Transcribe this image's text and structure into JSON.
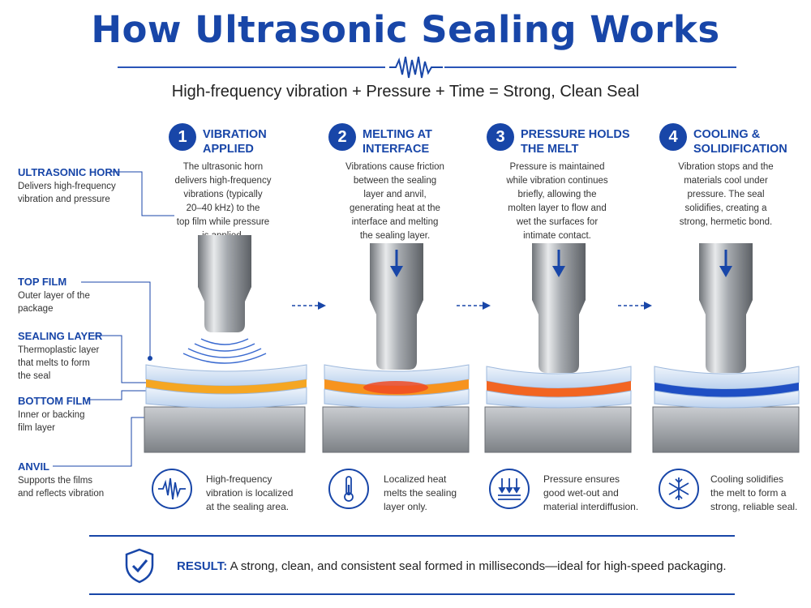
{
  "title": "How Ultrasonic Sealing Works",
  "subtitle": "High-frequency vibration + Pressure + Time = Strong, Clean Seal",
  "labels": [
    {
      "title": "ULTRASONIC HORN",
      "desc": [
        "Delivers high-frequency",
        "vibration and pressure"
      ]
    },
    {
      "title": "TOP FILM",
      "desc": [
        "Outer layer of the",
        "package"
      ]
    },
    {
      "title": "SEALING LAYER",
      "desc": [
        "Thermoplastic layer",
        "that melts to form",
        "the seal"
      ]
    },
    {
      "title": "BOTTOM FILM",
      "desc": [
        "Inner or backing",
        "film layer"
      ]
    },
    {
      "title": "ANVIL",
      "desc": [
        "Supports the films",
        "and reflects vibration"
      ]
    }
  ],
  "steps": [
    {
      "num": "1",
      "title": [
        "VIBRATION",
        "APPLIED"
      ],
      "desc": [
        "The ultrasonic horn",
        "delivers high-frequency",
        "vibrations (typically",
        "20–40 kHz) to the",
        "top film while pressure",
        "is applied."
      ],
      "icon": "waveform-icon",
      "icon_text": [
        "High-frequency",
        "vibration is localized",
        "at the sealing area."
      ],
      "seal_color": "#f5a623"
    },
    {
      "num": "2",
      "title": [
        "MELTING AT",
        "INTERFACE"
      ],
      "desc": [
        "Vibrations cause friction",
        "between the sealing",
        "layer and anvil,",
        "generating heat at the",
        "interface and melting",
        "the sealing layer."
      ],
      "icon": "thermometer-icon",
      "icon_text": [
        "Localized heat",
        "melts the sealing",
        "layer only."
      ],
      "seal_color": "#f7931e"
    },
    {
      "num": "3",
      "title": [
        "PRESSURE HOLDS",
        "THE MELT"
      ],
      "desc": [
        "Pressure is maintained",
        "while vibration continues",
        "briefly, allowing the",
        "molten layer to flow and",
        "wet the surfaces for",
        "intimate contact."
      ],
      "icon": "pressure-icon",
      "icon_text": [
        "Pressure ensures",
        "good wet-out and",
        "material interdiffusion."
      ],
      "seal_color": "#f26522"
    },
    {
      "num": "4",
      "title": [
        "COOLING &",
        "SOLIDIFICATION"
      ],
      "desc": [
        "Vibration stops and the",
        "materials cool under",
        "pressure. The seal",
        "solidifies, creating a",
        "strong, hermetic bond."
      ],
      "icon": "snowflake-icon",
      "icon_text": [
        "Cooling solidifies",
        "the melt to form a",
        "strong, reliable seal."
      ],
      "seal_color": "#1f4fc4"
    }
  ],
  "result": {
    "label": "RESULT:",
    "text": "A strong, clean, and consistent seal formed in milliseconds—ideal for high-speed packaging.",
    "icon": "shield-check-icon"
  },
  "colors": {
    "accent": "#1846a8",
    "film": "#cfe0f4",
    "anvil": "#8c8f94",
    "heat": "#f26522",
    "cool": "#1f4fc4"
  }
}
